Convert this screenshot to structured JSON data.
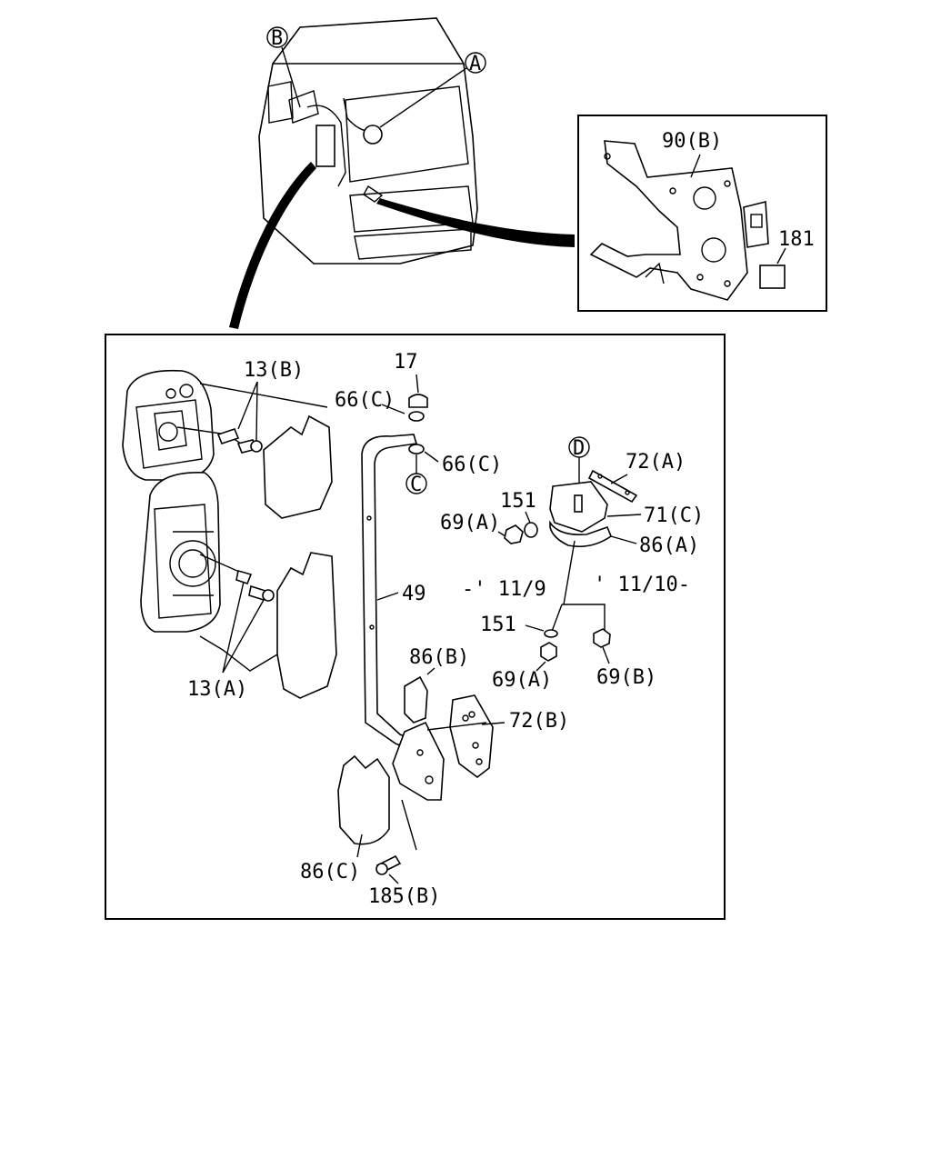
{
  "callouts": {
    "A": "A",
    "B": "B",
    "C": "C",
    "D": "D"
  },
  "labels": {
    "p90B": "90(B)",
    "p181": "181",
    "p13B": "13(B)",
    "p13A": "13(A)",
    "p17": "17",
    "p66C_top": "66(C)",
    "p66C_right": "66(C)",
    "p72A": "72(A)",
    "p151_top": "151",
    "p71C": "71(C)",
    "p69A_top": "69(A)",
    "p86A": "86(A)",
    "p49": "49",
    "date_early": "-' 11/9",
    "date_late": "' 11/10-",
    "p151_bottom": "151",
    "p69A_bottom": "69(A)",
    "p69B": "69(B)",
    "p86B": "86(B)",
    "p72B": "72(B)",
    "p86C": "86(C)",
    "p185B": "185(B)"
  }
}
